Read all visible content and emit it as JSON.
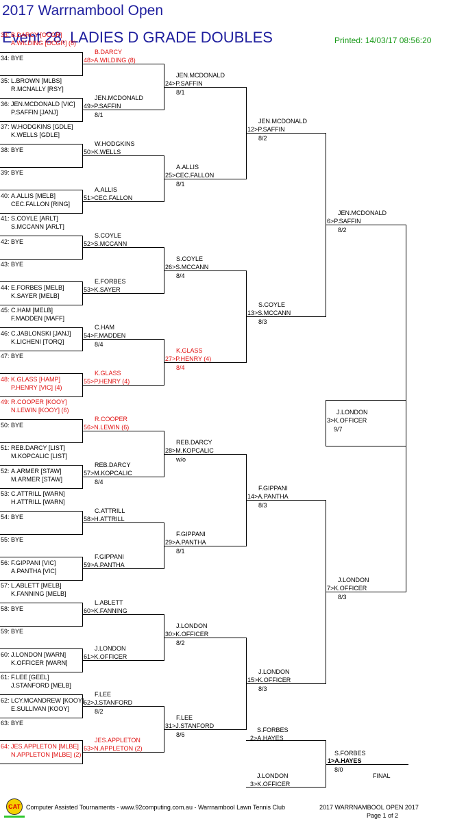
{
  "header": {
    "title": "2017 Warrnambool Open",
    "event": "Event 28. LADIES D GRADE DOUBLES",
    "printed": "Printed: 14/03/17 08:56:20"
  },
  "draw": {
    "r1": [
      {
        "n": "33:",
        "a": "B.DARCY [OCGR]",
        "b": "A.WILDING [OCGR] (8)",
        "red": true
      },
      {
        "n": "34:",
        "a": "BYE",
        "b": ""
      },
      {
        "n": "35:",
        "a": "L.BROWN [MLBS]",
        "b": "R.MCNALLY [RSY]"
      },
      {
        "n": "36:",
        "a": "JEN.MCDONALD [VIC]",
        "b": "P.SAFFIN [JANJ]"
      },
      {
        "n": "37:",
        "a": "W.HODGKINS [GDLE]",
        "b": "K.WELLS [GDLE]"
      },
      {
        "n": "38:",
        "a": "BYE",
        "b": ""
      },
      {
        "n": "39:",
        "a": "BYE",
        "b": ""
      },
      {
        "n": "40:",
        "a": "A.ALLIS [MELB]",
        "b": "CEC.FALLON [RING]"
      },
      {
        "n": "41:",
        "a": "S.COYLE [ARLT]",
        "b": "S.MCCANN [ARLT]"
      },
      {
        "n": "42:",
        "a": "BYE",
        "b": ""
      },
      {
        "n": "43:",
        "a": "BYE",
        "b": ""
      },
      {
        "n": "44:",
        "a": "E.FORBES [MELB]",
        "b": "K.SAYER [MELB]"
      },
      {
        "n": "45:",
        "a": "C.HAM [MELB]",
        "b": "F.MADDEN [MAFF]"
      },
      {
        "n": "46:",
        "a": "C.JABLONSKI [JANJ]",
        "b": "K.LICHENI [TORQ]"
      },
      {
        "n": "47:",
        "a": "BYE",
        "b": ""
      },
      {
        "n": "48:",
        "a": "K.GLASS [HAMP]",
        "b": "P.HENRY [VIC] (4)",
        "red": true
      },
      {
        "n": "49:",
        "a": "R.COOPER [KOOY]",
        "b": "N.LEWIN [KOOY] (6)",
        "red": true
      },
      {
        "n": "50:",
        "a": "BYE",
        "b": ""
      },
      {
        "n": "51:",
        "a": "REB.DARCY [LIST]",
        "b": "M.KOPCALIC [LIST]"
      },
      {
        "n": "52:",
        "a": "A.ARMER [STAW]",
        "b": "M.ARMER [STAW]"
      },
      {
        "n": "53:",
        "a": "C.ATTRILL [WARN]",
        "b": "H.ATTRILL [WARN]"
      },
      {
        "n": "54:",
        "a": "BYE",
        "b": ""
      },
      {
        "n": "55:",
        "a": "BYE",
        "b": ""
      },
      {
        "n": "56:",
        "a": "F.GIPPANI [VIC]",
        "b": "A.PANTHA [VIC]"
      },
      {
        "n": "57:",
        "a": "L.ABLETT [MELB]",
        "b": "K.FANNING [MELB]"
      },
      {
        "n": "58:",
        "a": "BYE",
        "b": ""
      },
      {
        "n": "59:",
        "a": "BYE",
        "b": ""
      },
      {
        "n": "60:",
        "a": "J.LONDON [WARN]",
        "b": "K.OFFICER [WARN]"
      },
      {
        "n": "61:",
        "a": "F.LEE [GEEL]",
        "b": "J.STANFORD [MELB]"
      },
      {
        "n": "62:",
        "a": "LCY.MCANDREW [KOOY]",
        "b": "E.SULLIVAN [KOOY]"
      },
      {
        "n": "63:",
        "a": "BYE",
        "b": ""
      },
      {
        "n": "64:",
        "a": "JES.APPLETON [MLBE]",
        "b": "N.APPLETON [MLBE] (2)",
        "red": true
      }
    ],
    "r2": [
      {
        "a": "B.DARCY",
        "b": "48>A.WILDING (8)",
        "s": "",
        "red": true
      },
      {
        "a": "JEN.MCDONALD",
        "b": "49>P.SAFFIN",
        "s": "8/1"
      },
      {
        "a": "W.HODGKINS",
        "b": "50>K.WELLS",
        "s": ""
      },
      {
        "a": "A.ALLIS",
        "b": "51>CEC.FALLON",
        "s": ""
      },
      {
        "a": "S.COYLE",
        "b": "52>S.MCCANN",
        "s": ""
      },
      {
        "a": "E.FORBES",
        "b": "53>K.SAYER",
        "s": ""
      },
      {
        "a": "C.HAM",
        "b": "54>F.MADDEN",
        "s": "8/4"
      },
      {
        "a": "K.GLASS",
        "b": "55>P.HENRY (4)",
        "s": "",
        "red": true
      },
      {
        "a": "R.COOPER",
        "b": "56>N.LEWIN (6)",
        "s": "",
        "red": true
      },
      {
        "a": "REB.DARCY",
        "b": "57>M.KOPCALIC",
        "s": "8/4"
      },
      {
        "a": "C.ATTRILL",
        "b": "58>H.ATTRILL",
        "s": ""
      },
      {
        "a": "F.GIPPANI",
        "b": "59>A.PANTHA",
        "s": ""
      },
      {
        "a": "L.ABLETT",
        "b": "60>K.FANNING",
        "s": ""
      },
      {
        "a": "J.LONDON",
        "b": "61>K.OFFICER",
        "s": ""
      },
      {
        "a": "F.LEE",
        "b": "62>J.STANFORD",
        "s": "8/2"
      },
      {
        "a": "JES.APPLETON",
        "b": "63>N.APPLETON (2)",
        "s": "",
        "red": true
      }
    ],
    "r3": [
      {
        "a": "JEN.MCDONALD",
        "b": "24>P.SAFFIN",
        "s": "8/1"
      },
      {
        "a": "A.ALLIS",
        "b": "25>CEC.FALLON",
        "s": "8/1"
      },
      {
        "a": "S.COYLE",
        "b": "26>S.MCCANN",
        "s": "8/4"
      },
      {
        "a": "K.GLASS",
        "b": "27>P.HENRY (4)",
        "s": "8/4",
        "red": true
      },
      {
        "a": "REB.DARCY",
        "b": "28>M.KOPCALIC",
        "s": "w/o"
      },
      {
        "a": "F.GIPPANI",
        "b": "29>A.PANTHA",
        "s": "8/1"
      },
      {
        "a": "J.LONDON",
        "b": "30>K.OFFICER",
        "s": "8/2"
      },
      {
        "a": "F.LEE",
        "b": "31>J.STANFORD",
        "s": "8/6"
      }
    ],
    "r4": [
      {
        "a": "JEN.MCDONALD",
        "b": "12>P.SAFFIN",
        "s": "8/2"
      },
      {
        "a": "S.COYLE",
        "b": "13>S.MCCANN",
        "s": "8/3"
      },
      {
        "a": "F.GIPPANI",
        "b": "14>A.PANTHA",
        "s": "8/3"
      },
      {
        "a": "J.LONDON",
        "b": "15>K.OFFICER",
        "s": "8/3"
      }
    ],
    "r5": [
      {
        "a": "JEN.MCDONALD",
        "b": "6>P.SAFFIN",
        "s": "8/2"
      },
      {
        "a": "J.LONDON",
        "b": "7>K.OFFICER",
        "s": "8/3"
      }
    ],
    "r6": {
      "a": "J.LONDON",
      "b": "3>K.OFFICER",
      "s": "9/7"
    },
    "playoff": [
      {
        "a": "S.FORBES",
        "b": "2>A.HAYES"
      },
      {
        "a": "J.LONDON",
        "b": "3>K.OFFICER"
      }
    ],
    "third": {
      "a": "S.FORBES",
      "b": "1>A.HAYES",
      "s": "8/0"
    },
    "final_label": "FINAL"
  },
  "footer": {
    "logo": "CAT",
    "left": "Computer Assisted Tournaments - www.92computing.com.au  -  Warrnambool Lawn Tennis Club",
    "right": "2017 WARRNAMBOOL OPEN 2017",
    "page": "Page 1 of 2"
  }
}
